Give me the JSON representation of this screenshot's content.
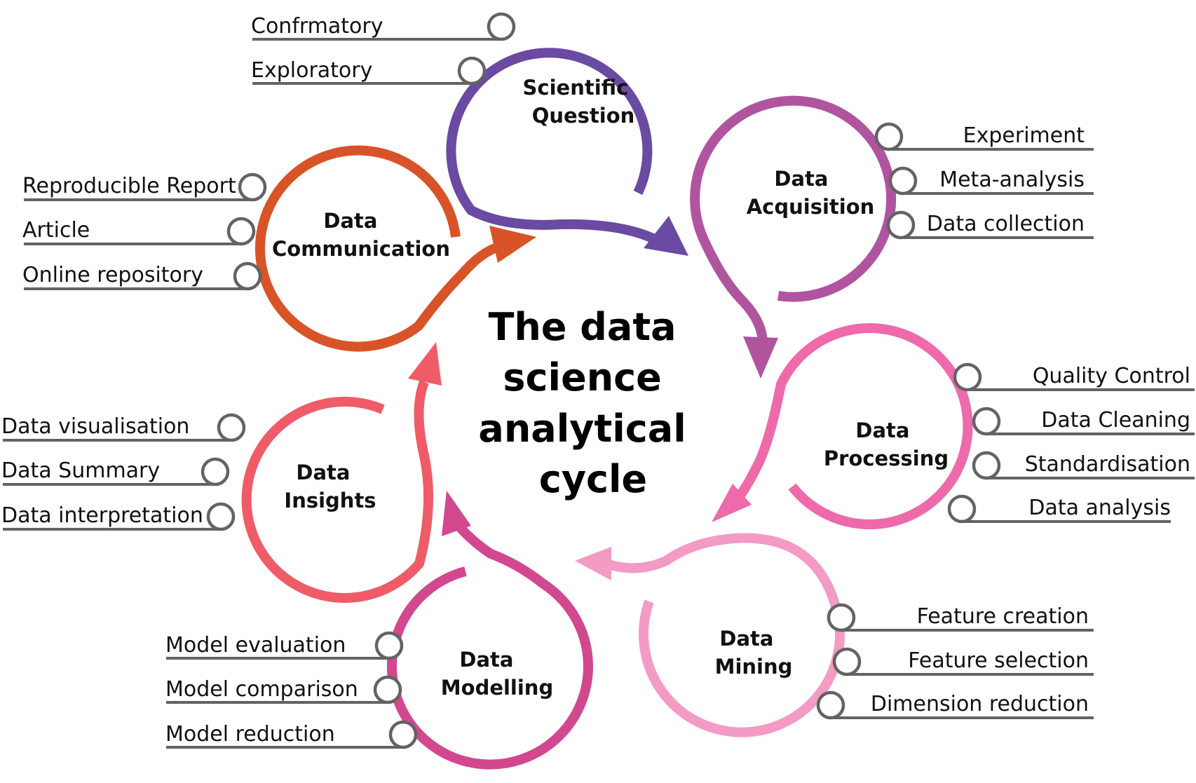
{
  "title_lines": [
    "The data",
    "science",
    "analytical",
    "cycle"
  ],
  "colors": {
    "scientific_question": "#6a4aa2",
    "data_acquisition": "#b054a0",
    "data_processing": "#ee6aaa",
    "data_mining": "#f39bc4",
    "data_modelling": "#d2488e",
    "data_insights": "#ef5c68",
    "data_communication": "#d85428"
  },
  "stages": {
    "scientific_question": {
      "lines": [
        "Scientific",
        "Question"
      ],
      "items": [
        "Confrmatory",
        "Exploratory"
      ]
    },
    "data_acquisition": {
      "lines": [
        "Data",
        "Acquisition"
      ],
      "items": [
        "Experiment",
        "Meta-analysis",
        "Data collection"
      ]
    },
    "data_processing": {
      "lines": [
        "Data",
        "Processing"
      ],
      "items": [
        "Quality Control",
        "Data Cleaning",
        "Standardisation",
        "Data analysis"
      ]
    },
    "data_mining": {
      "lines": [
        "Data",
        "Mining"
      ],
      "items": [
        "Feature creation",
        "Feature selection",
        "Dimension reduction"
      ]
    },
    "data_modelling": {
      "lines": [
        "Data",
        "Modelling"
      ],
      "items": [
        "Model evaluation",
        "Model comparison",
        "Model reduction"
      ]
    },
    "data_insights": {
      "lines": [
        "Data",
        "Insights"
      ],
      "items": [
        "Data visualisation",
        "Data Summary",
        "Data interpretation"
      ]
    },
    "data_communication": {
      "lines": [
        "Data",
        "Communication"
      ],
      "items": [
        "Reproducible Report",
        "Article",
        "Online repository"
      ]
    }
  }
}
